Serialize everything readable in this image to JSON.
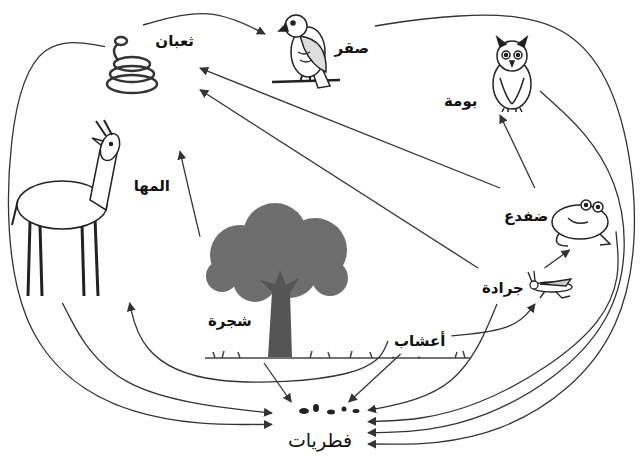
{
  "diagram": {
    "nodes": [
      {
        "text": [
          "صقر"
        ]
      },
      {
        "text": [
          "ثعبان"
        ]
      },
      {
        "text": [
          "بومة"
        ]
      },
      {
        "text": [
          "المها"
        ]
      },
      {
        "text": [
          "ضفدع"
        ]
      },
      {
        "text": [
          "جرادة"
        ]
      },
      {
        "text": [
          "شجرة"
        ]
      },
      {
        "text": [
          "أعشاب"
        ]
      },
      {
        "text": [
          "فطريات"
        ]
      }
    ],
    "edges": [
      {
        "from": 6,
        "to": 3,
        "arrow": "to"
      },
      {
        "from": 7,
        "to": 3,
        "arrow": "to"
      },
      {
        "from": 7,
        "to": 5,
        "arrow": "to"
      },
      {
        "from": 5,
        "to": 4,
        "arrow": "to"
      },
      {
        "from": 5,
        "to": 1,
        "arrow": "to"
      },
      {
        "from": 4,
        "to": 1,
        "arrow": "to"
      },
      {
        "from": 4,
        "to": 2,
        "arrow": "to"
      },
      {
        "from": 1,
        "to": 0,
        "arrow": "to"
      },
      {
        "from": 1,
        "to": 8,
        "arrow": "to"
      },
      {
        "from": 3,
        "to": 8,
        "arrow": "to"
      },
      {
        "from": 6,
        "to": 8,
        "arrow": "to"
      },
      {
        "from": 7,
        "to": 8,
        "arrow": "to"
      },
      {
        "from": 5,
        "to": 8,
        "arrow": "to"
      },
      {
        "from": 4,
        "to": 8,
        "arrow": "to"
      },
      {
        "from": 2,
        "to": 8,
        "arrow": "to"
      },
      {
        "from": 0,
        "to": 8,
        "arrow": "to"
      }
    ]
  }
}
